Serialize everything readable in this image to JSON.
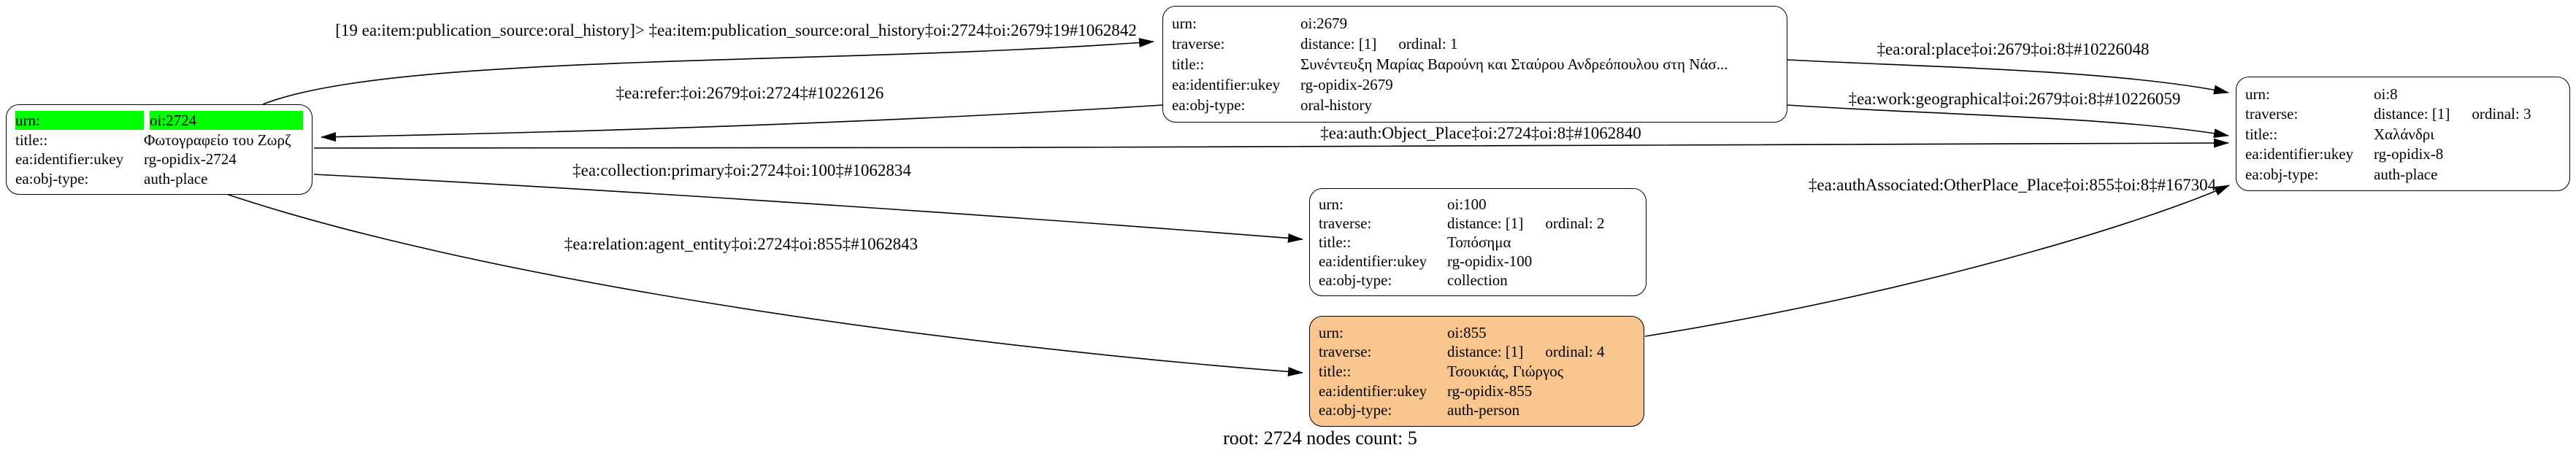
{
  "colors": {
    "highlight_green": "#00FF00",
    "person_orange": "#F8C58E",
    "node_border": "#000000",
    "edge": "#000000",
    "background": "#FFFFFF"
  },
  "footer": {
    "text": "root: 2724 nodes count: 5"
  },
  "nodes": {
    "n2724": {
      "rows": {
        "urn": {
          "key": "urn:",
          "value": "oi:2724"
        },
        "title": {
          "key": "title::",
          "value": "Φωτογραφείο του Ζωρζ"
        },
        "ukey": {
          "key": "ea:identifier:ukey",
          "value": "rg-opidix-2724"
        },
        "objtype": {
          "key": "ea:obj-type:",
          "value": "auth-place"
        }
      }
    },
    "n2679": {
      "rows": {
        "urn": {
          "key": "urn:",
          "value": "oi:2679"
        },
        "traverse": {
          "key": "traverse:",
          "distance": "distance: [1]",
          "ordinal": "ordinal: 1"
        },
        "title": {
          "key": "title::",
          "value": "Συνέντευξη Μαρίας Βαρούνη και Σταύρου Ανδρεόπουλου στη Νάσ..."
        },
        "ukey": {
          "key": "ea:identifier:ukey",
          "value": "rg-opidix-2679"
        },
        "objtype": {
          "key": "ea:obj-type:",
          "value": "oral-history"
        }
      }
    },
    "n100": {
      "rows": {
        "urn": {
          "key": "urn:",
          "value": "oi:100"
        },
        "traverse": {
          "key": "traverse:",
          "distance": "distance: [1]",
          "ordinal": "ordinal: 2"
        },
        "title": {
          "key": "title::",
          "value": "Τοπόσημα"
        },
        "ukey": {
          "key": "ea:identifier:ukey",
          "value": "rg-opidix-100"
        },
        "objtype": {
          "key": "ea:obj-type:",
          "value": "collection"
        }
      }
    },
    "n855": {
      "rows": {
        "urn": {
          "key": "urn:",
          "value": "oi:855"
        },
        "traverse": {
          "key": "traverse:",
          "distance": "distance: [1]",
          "ordinal": "ordinal: 4"
        },
        "title": {
          "key": "title::",
          "value": "Τσουκιάς, Γιώργος"
        },
        "ukey": {
          "key": "ea:identifier:ukey",
          "value": "rg-opidix-855"
        },
        "objtype": {
          "key": "ea:obj-type:",
          "value": "auth-person"
        }
      }
    },
    "n8": {
      "rows": {
        "urn": {
          "key": "urn:",
          "value": "oi:8"
        },
        "traverse": {
          "key": "traverse:",
          "distance": "distance: [1]",
          "ordinal": "ordinal: 3"
        },
        "title": {
          "key": "title::",
          "value": "Χαλάνδρι"
        },
        "ukey": {
          "key": "ea:identifier:ukey",
          "value": "rg-opidix-8"
        },
        "objtype": {
          "key": "ea:obj-type:",
          "value": "auth-place"
        }
      }
    }
  },
  "edges": {
    "publication_source": {
      "label": "[19 ea:item:publication_source:oral_history]> ‡ea:item:publication_source:oral_history‡oi:2724‡oi:2679‡19#1062842"
    },
    "refer": {
      "label": "‡ea:refer:‡oi:2679‡oi:2724‡#10226126"
    },
    "oral_place": {
      "label": "‡ea:oral:place‡oi:2679‡oi:8‡#10226048"
    },
    "work_geographical": {
      "label": "‡ea:work:geographical‡oi:2679‡oi:8‡#10226059"
    },
    "auth_object_place": {
      "label": "‡ea:auth:Object_Place‡oi:2724‡oi:8‡#1062840"
    },
    "collection_primary": {
      "label": "‡ea:collection:primary‡oi:2724‡oi:100‡#1062834"
    },
    "relation_agent_entity": {
      "label": "‡ea:relation:agent_entity‡oi:2724‡oi:855‡#1062843"
    },
    "auth_associated": {
      "label": "‡ea:authAssociated:OtherPlace_Place‡oi:855‡oi:8‡#167304"
    }
  }
}
